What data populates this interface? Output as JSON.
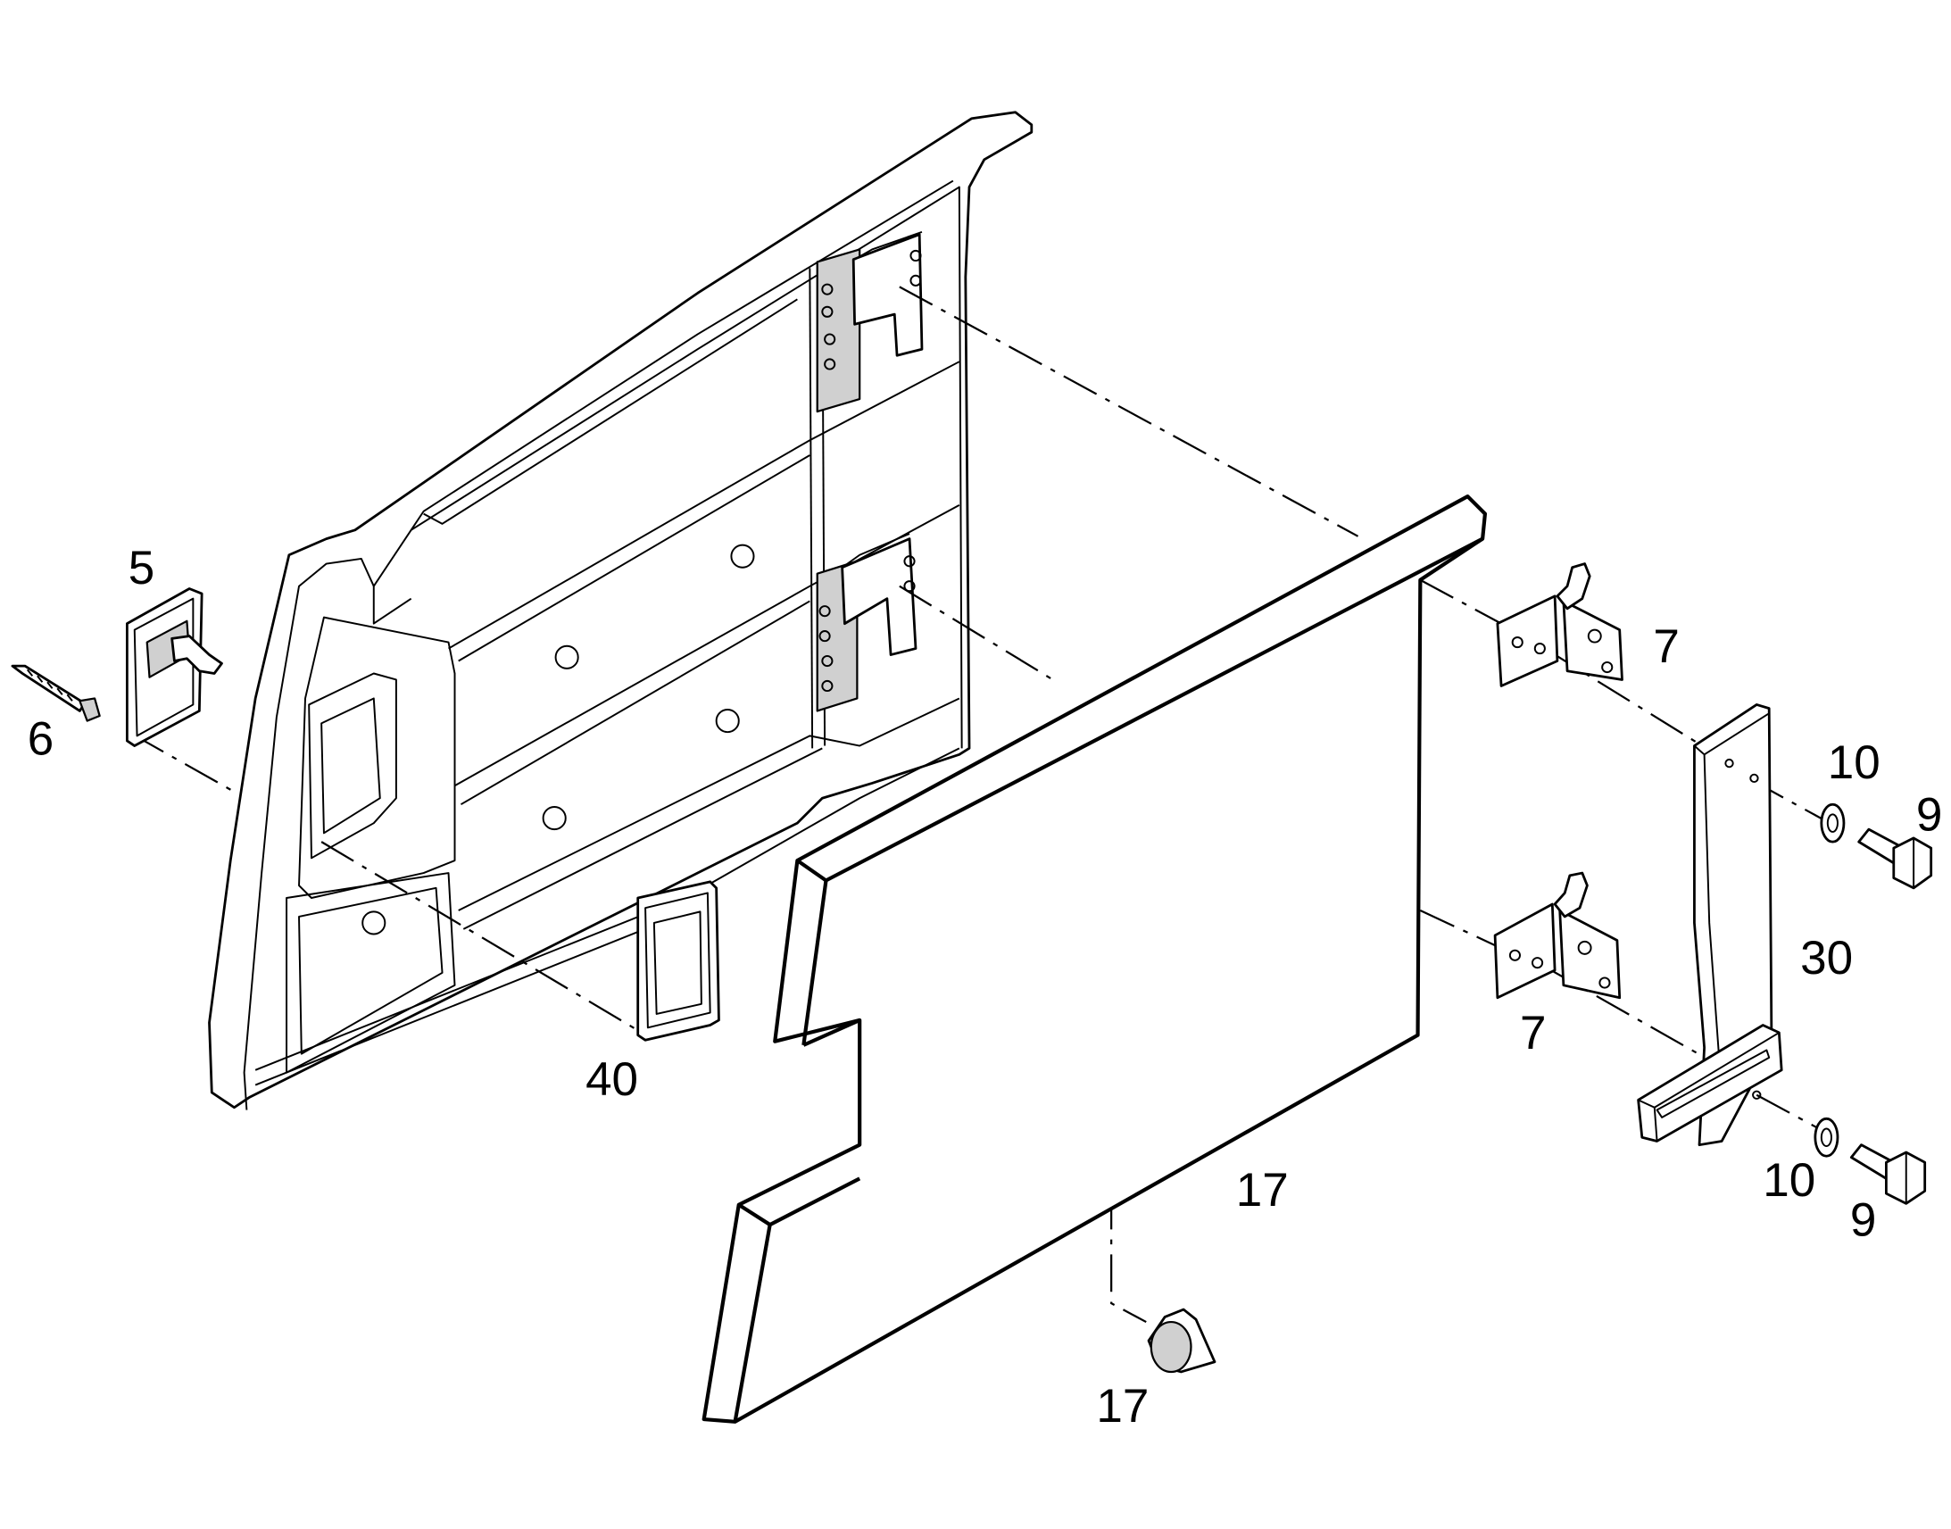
{
  "callouts": {
    "part_5": "5",
    "part_6": "6",
    "part_7_upper": "7",
    "part_7_lower": "7",
    "part_9_upper": "9",
    "part_9_lower": "9",
    "part_10_upper": "10",
    "part_10_lower": "10",
    "part_17_panel": "17",
    "part_17_knob": "17",
    "part_30": "30",
    "part_40": "40"
  }
}
